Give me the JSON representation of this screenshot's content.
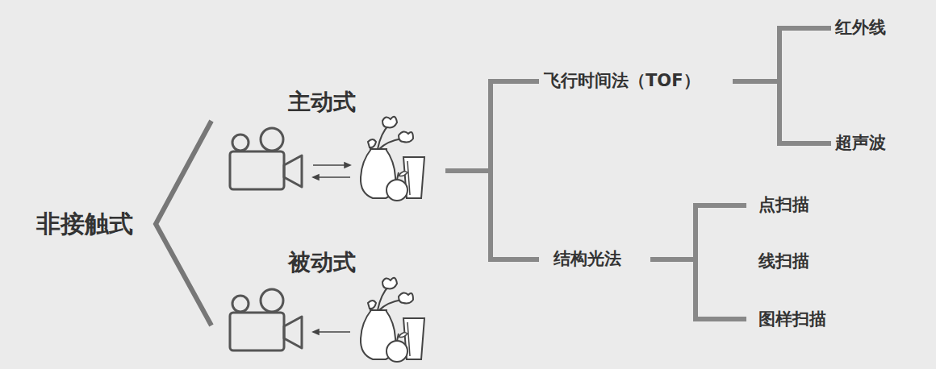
{
  "diagram": {
    "labels": [
      "非接触式",
      "主动式",
      "被动式",
      "飞行时间法（TOF）",
      "结构光法",
      "红外线",
      "超声波",
      "点扫描",
      "线扫描",
      "图样扫描"
    ]
  }
}
